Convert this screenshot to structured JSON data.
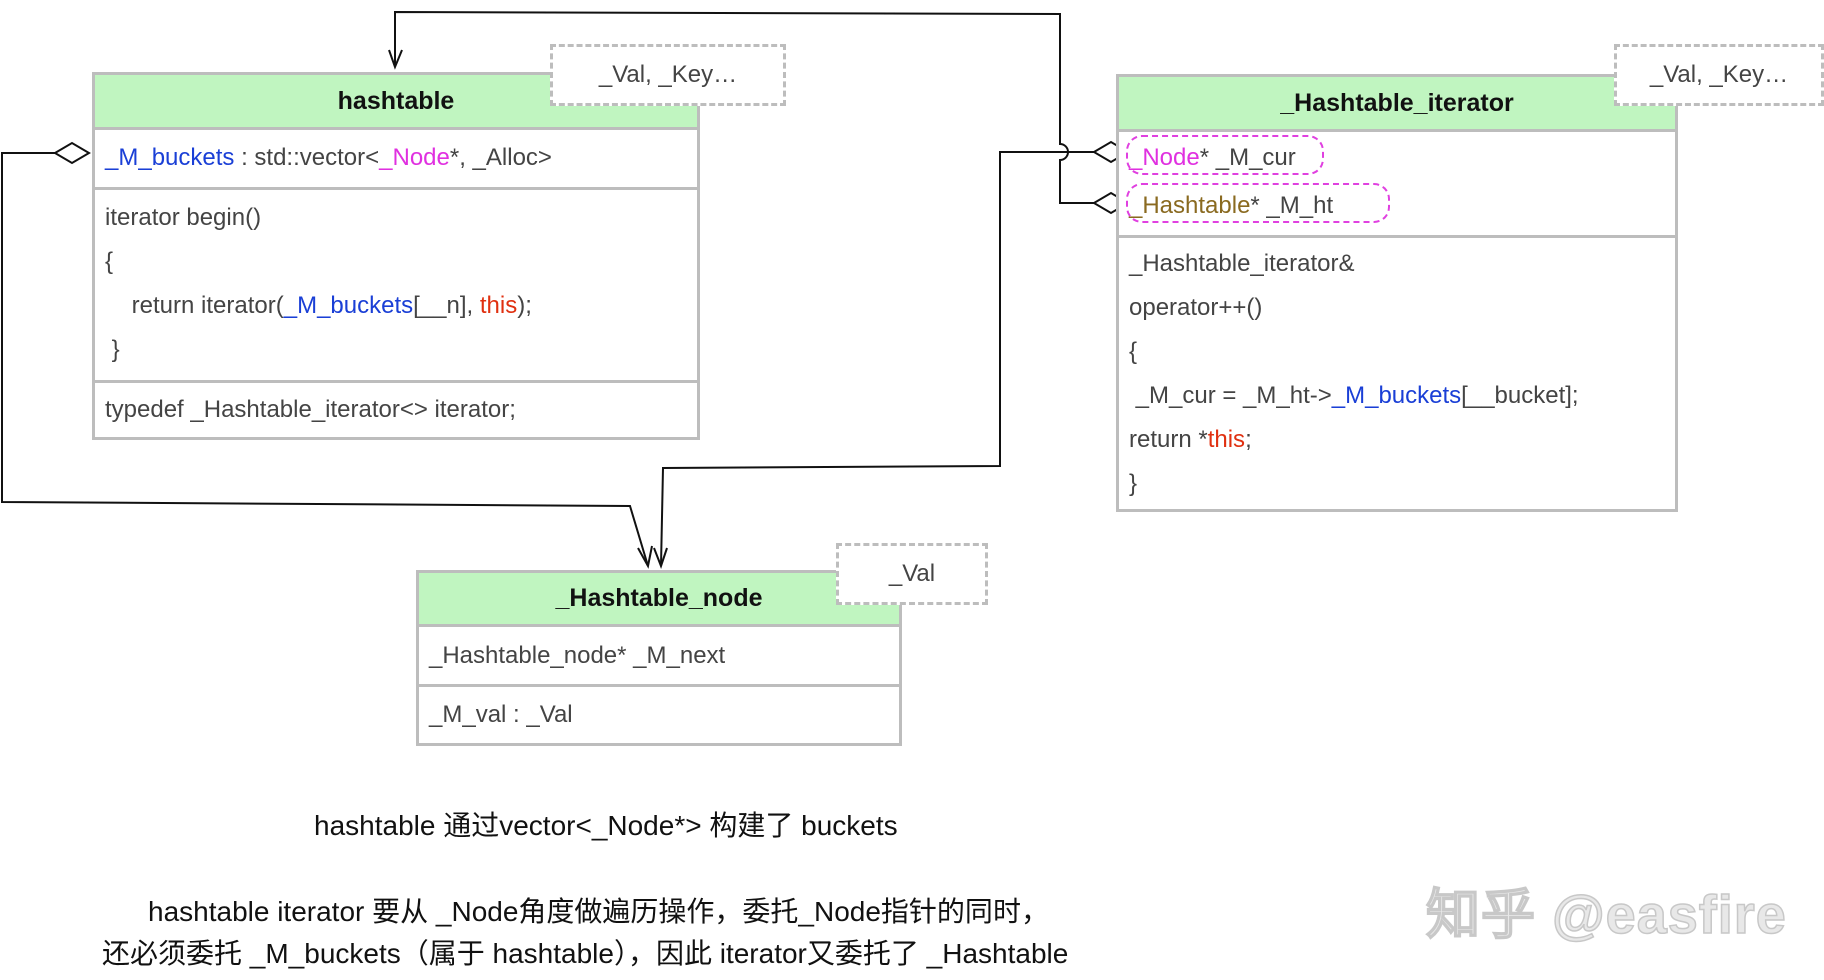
{
  "hashtable": {
    "title": "hashtable",
    "template_params": "_Val, _Key…",
    "field": {
      "name": "_M_buckets",
      "sep": " : std::vector<",
      "type": "_Node",
      "rest": "*, _Alloc>"
    },
    "method": {
      "line1": "iterator begin()",
      "line2": "{",
      "line3_a": "    return iterator(",
      "line3_b": "_M_buckets",
      "line3_c": "[__n], ",
      "line3_d": "this",
      "line3_e": ");",
      "line4": " }"
    },
    "typedef": "typedef _Hashtable_iterator<> iterator;"
  },
  "iterator": {
    "title": "_Hashtable_iterator",
    "template_params": "_Val, _Key…",
    "field1": {
      "type": "_Node",
      "rest": "* _M_cur"
    },
    "field2": {
      "type": "_Hashtable",
      "rest": "* _M_ht"
    },
    "method": {
      "line1": "_Hashtable_iterator&",
      "line2": "operator++()",
      "line3": "{",
      "line4_a": " _M_cur = _M_ht->",
      "line4_b": "_M_buckets",
      "line4_c": "[__bucket];",
      "line5_a": "return *",
      "line5_b": "this",
      "line5_c": ";",
      "line6": "}"
    }
  },
  "node": {
    "title": "_Hashtable_node",
    "template_params": "_Val",
    "field1": "_Hashtable_node* _M_next",
    "field2": "_M_val : _Val"
  },
  "captions": {
    "line1": "hashtable 通过vector<_Node*> 构建了 buckets",
    "line2": "hashtable iterator 要从 _Node角度做遍历操作，委托_Node指针的同时，",
    "line3": "还必须委托 _M_buckets（属于 hashtable），因此 iterator又委托了 _Hashtable"
  },
  "watermark": "知乎 @easfire",
  "colors": {
    "header_green": "#c0f5c0",
    "border_gray": "#bdbdbd",
    "keyword_blue": "#1a3fd6",
    "node_magenta": "#e030e0",
    "this_red": "#e03010",
    "hashtable_olive": "#8a6a20"
  }
}
